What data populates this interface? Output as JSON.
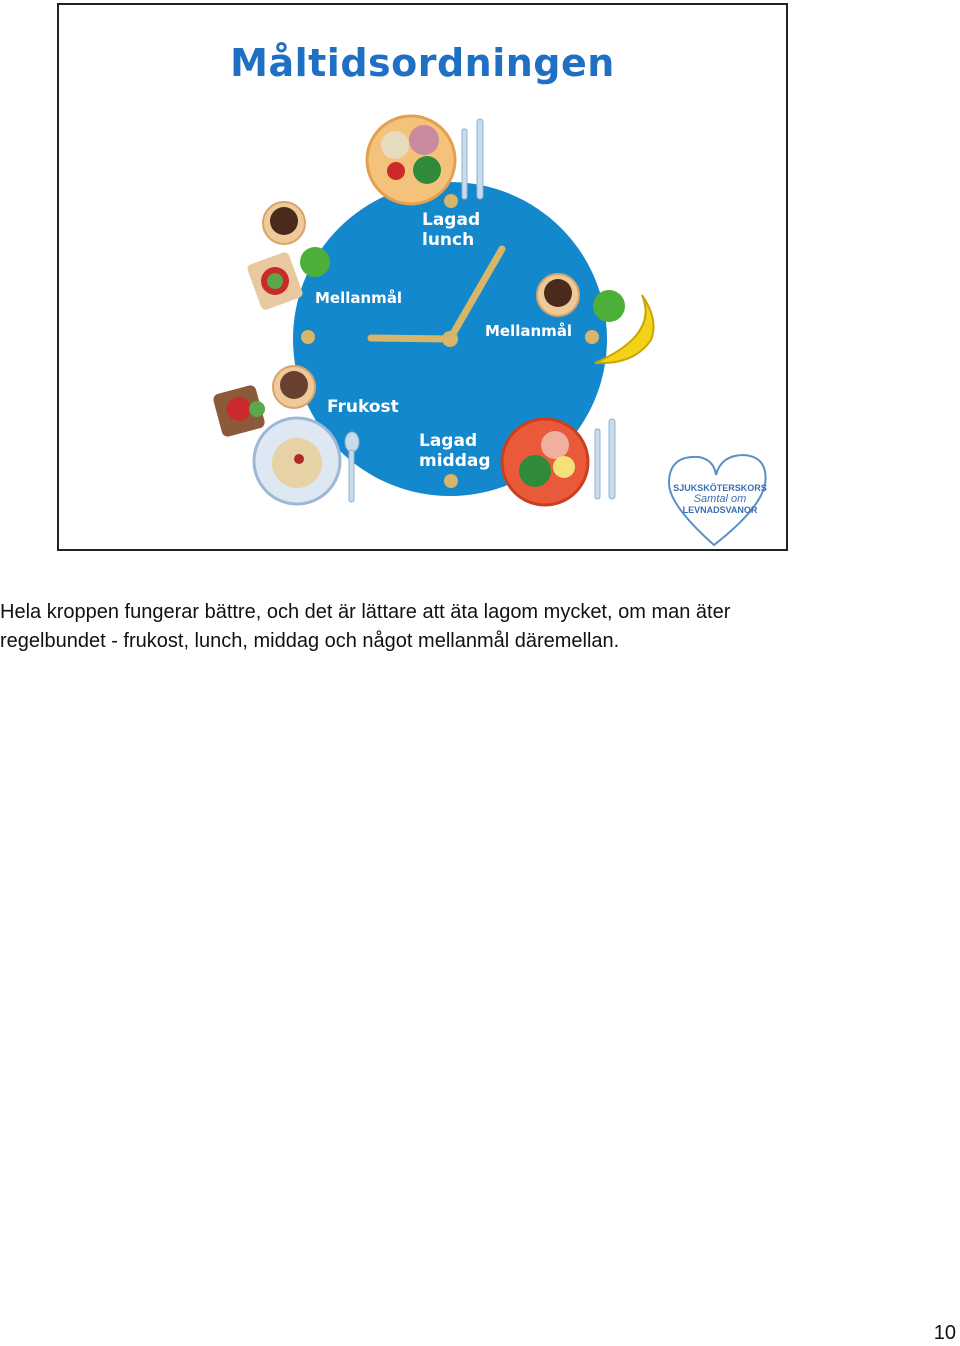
{
  "slide": {
    "title": "Måltidsordningen",
    "labels": {
      "lunch_line1": "Lagad",
      "lunch_line2": "lunch",
      "snack_left": "Mellanmål",
      "snack_right": "Mellanmål",
      "breakfast": "Frukost",
      "dinner_line1": "Lagad",
      "dinner_line2": "middag"
    },
    "logo": {
      "line1": "SJUKSKÖTERSKORS",
      "line2": "Samtal om",
      "line3": "LEVNADSVANOR"
    },
    "colors": {
      "clock_face": "#1488cc",
      "clock_hands": "#d9b56a",
      "title": "#1f6fc2"
    }
  },
  "caption": {
    "line1": "Hela kroppen fungerar bättre, och det är lättare att äta lagom mycket, om man äter",
    "line2": "regelbundet - frukost, lunch, middag och något mellanmål däremellan."
  },
  "page_number": "10"
}
